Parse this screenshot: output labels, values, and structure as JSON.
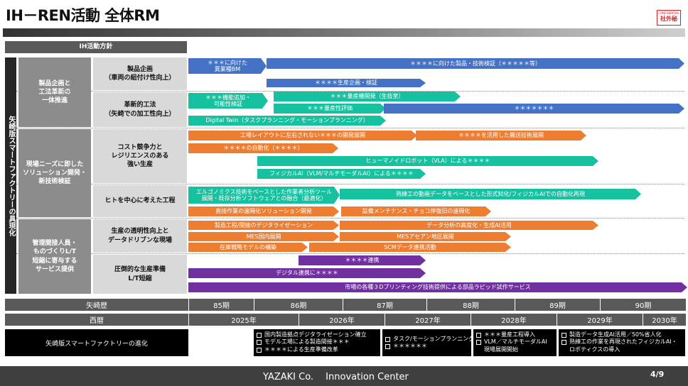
{
  "header": {
    "title": "IH－REN活動 全体RM",
    "confidential_en": "CONFIDENTIAL",
    "confidential_jp": "社外秘"
  },
  "policy_header": "IH活動方針",
  "vertical_category": "矢崎版スマートファクトリーの具現化",
  "categories": [
    "製品企画と\n工法革新の\n一体推進",
    "現場ニーズに即した\nソリューション開発・\n新技術検証",
    "管理間接人員・\nものづくりL/T\n短縮に寄与する\nサービス提供"
  ],
  "subcategories": [
    "製品企画\n（車両の組付け性向上）",
    "革新的工法\n（矢崎での加工性向上）",
    "コスト競争力と\nレジリエンスのある\n強い生産",
    "ヒトを中心に考えた工程",
    "生産の透明性向上と\nデータドリブンな現場",
    "圧倒的な生産準備\nL/T短縮"
  ],
  "bars": [
    "＊＊＊に向けた\n異業種BM",
    "＊＊＊＊に向けた製品・技術検証（＊＊＊＊＊等）",
    "＊＊＊＊生産企画・検証",
    "＊＊＊機能追加・\n可能性検証",
    "＊＊＊量産機開発（生技室）",
    "＊＊＊量産性評価",
    "＊＊＊＊＊＊＊",
    "Digital Twin（タスクプランニング・モーションプランニング）",
    "工場レイアウトに左右されない＊＊＊の開発展開",
    "＊＊＊＊を活用した搬送技術展開",
    "＊＊＊＊の自動化（＊＊＊＊）",
    "ヒューマノイドロボット（VLA）による＊＊＊＊",
    "フィジカルAI（VLM/マルチモーダルAI）による＊＊＊＊",
    "エルゴノミクス技術をベースとした作業者分析ツール\n展開・既存分析ソフトウェアとの融合（最適化）",
    "熟練工の動画データをベースとした形式知化/フィジカルAIでの自動化再現",
    "直接作業の遠隔化ソリューション開発",
    "設備メンテナンス・チョコ停復旧の遠隔化",
    "製造工程/間接のデジタライゼーション",
    "データ分析の高度化・生成AI活用",
    "MES国内展開",
    "MESアセアン地区展開",
    "在庫戦略モデルの構築",
    "SCMデータ連携活動",
    "＊＊＊＊連携",
    "デジタル連携に＊＊＊＊",
    "市場の各種３Dプリンティング技術提供による部品ラピッド試作サービス"
  ],
  "timeline": {
    "label_yazaki": "矢崎歴",
    "label_western": "西暦",
    "periods": [
      "85期",
      "86期",
      "87期",
      "88期",
      "89期",
      "90期"
    ],
    "years": [
      "2025年",
      "2026年",
      "2027年",
      "2028年",
      "2029年",
      "2030年"
    ]
  },
  "evolution": {
    "label": "矢崎版スマートファクトリーの進化",
    "milestones": [
      [
        "国内製造拠点デジタライゼーション確立",
        "モデル工場による製造間接＊＊＊",
        "＊＊＊＊による生産準備改革"
      ],
      [
        "タスク/モーションプランニング",
        "＊＊＊＊＊＊"
      ],
      [
        "＊＊＊量産工程導入",
        "VLM／マルチモーダルAI\n現場展開開始"
      ],
      [
        "製造データ生成AI活用／50%省人化",
        "熟練工の作業を再現されたフィジカルAI・\nロボティクスの導入"
      ]
    ]
  },
  "footer": {
    "org": "YAZAKI Co.　 Innovation Center",
    "page": "4/9"
  },
  "colors": {
    "blue": "#4472c4",
    "teal": "#16c1a0",
    "orange": "#ed7d31",
    "purple": "#7030a0",
    "dark": "#262626",
    "gray": "#8c8c8c",
    "light_gray": "#d9d9d9"
  }
}
